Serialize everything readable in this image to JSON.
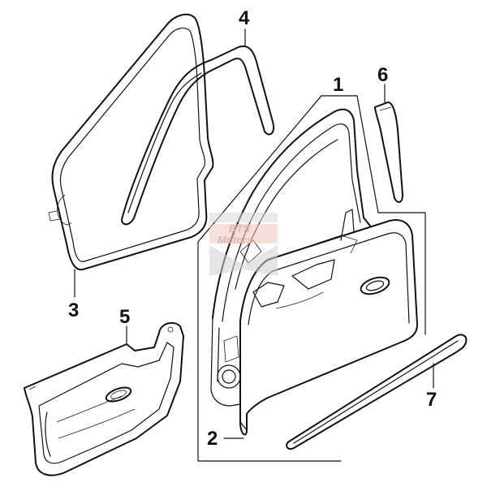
{
  "callouts": [
    {
      "id": "1",
      "label": "1"
    },
    {
      "id": "2",
      "label": "2"
    },
    {
      "id": "3",
      "label": "3"
    },
    {
      "id": "4",
      "label": "4"
    },
    {
      "id": "5",
      "label": "5"
    },
    {
      "id": "6",
      "label": "6"
    },
    {
      "id": "7",
      "label": "7"
    }
  ],
  "watermark": {
    "line1": "BTS",
    "line2": "Motors"
  },
  "colors": {
    "line": "#111111",
    "background": "#ffffff",
    "watermark": "#e8a898"
  }
}
